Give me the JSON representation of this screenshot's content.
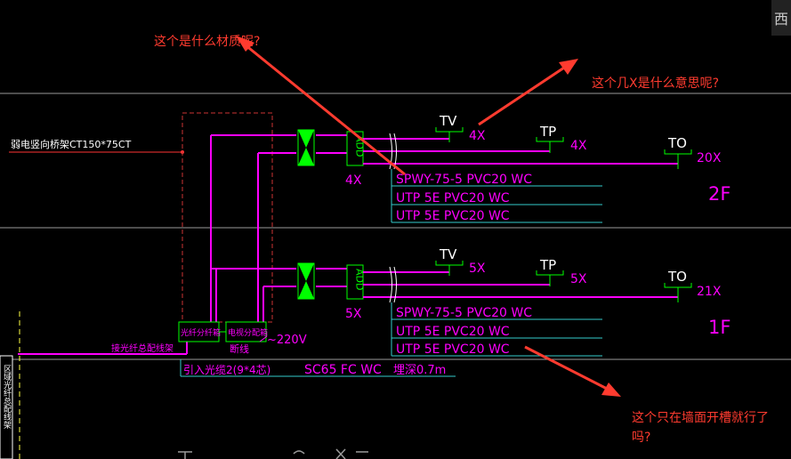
{
  "corner": {
    "label": "西"
  },
  "questions": {
    "q1": "这个是什么材质呢?",
    "q2": "这个几X是什么意思呢?",
    "q3_line1": "这个只在墙面开槽就行了",
    "q3_line2": "吗?"
  },
  "left": {
    "tray_label": "弱电竖向桥架CT150*75CT",
    "fiber_label": "接光纤总配线架",
    "vertical_label": "区域光纤总配线架"
  },
  "boxes": {
    "fiber_box": "光纤分纤箱",
    "tv_box": "电视分配箱",
    "weak_line": "断线",
    "power": "~220V"
  },
  "incoming": {
    "label": "引入光缆2(9*4芯)",
    "spec": "SC65 FC WC",
    "depth": "埋深0.7m"
  },
  "floors": [
    {
      "name": "2F",
      "add": "ADD",
      "count": "4X",
      "tv": "TV",
      "tv_count": "4X",
      "tp": "TP",
      "tp_count": "4X",
      "to": "TO",
      "to_count": "20X",
      "cables": [
        "SPWY-75-5 PVC20 WC",
        "UTP 5E PVC20 WC",
        "UTP 5E PVC20 WC"
      ]
    },
    {
      "name": "1F",
      "add": "ADD",
      "count": "5X",
      "tv": "TV",
      "tv_count": "5X",
      "tp": "TP",
      "tp_count": "5X",
      "to": "TO",
      "to_count": "21X",
      "cables": [
        "SPWY-75-5 PVC20 WC",
        "UTP 5E PVC20 WC",
        "UTP 5E PVC20 WC"
      ]
    }
  ],
  "colors": {
    "magenta": "#ff00ff",
    "green": "#00ff00",
    "white": "#ffffff",
    "cyan": "#33cccc",
    "red": "#ff3b2f",
    "dashed": "#cc3333",
    "gray": "#b0b0b0",
    "yellow": "#ffff44"
  }
}
